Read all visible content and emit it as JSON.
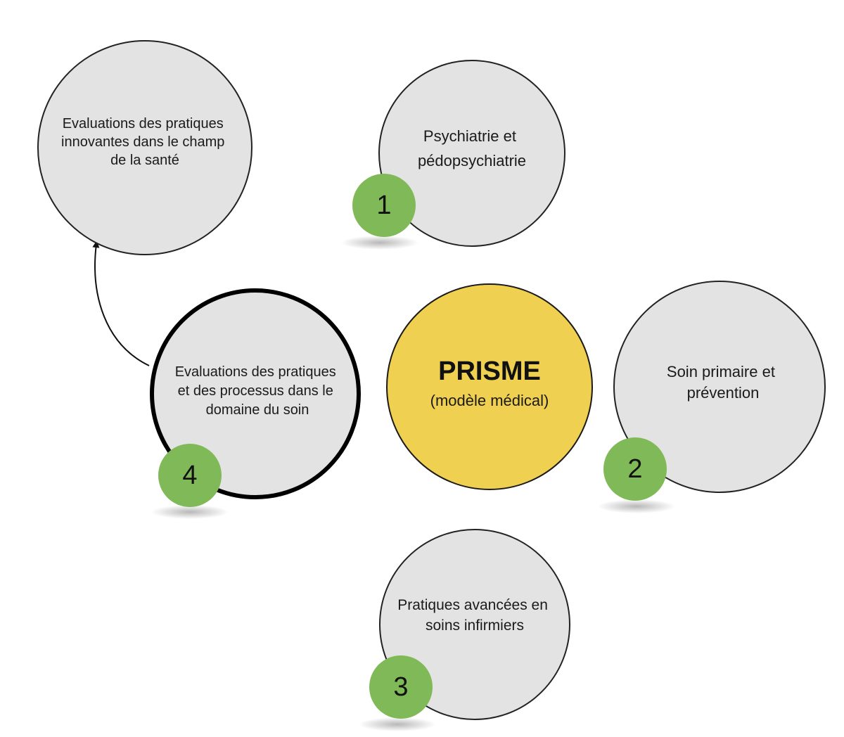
{
  "center": {
    "title": "PRISME",
    "subtitle": "(modèle médical)"
  },
  "nodes": [
    {
      "id": "1",
      "badge": "1",
      "lines": [
        "Psychiatrie et",
        "pédopsychiatrie"
      ]
    },
    {
      "id": "2",
      "badge": "2",
      "lines": [
        "Soin primaire et",
        "prévention"
      ]
    },
    {
      "id": "3",
      "badge": "3",
      "lines": [
        "Pratiques avancées en",
        "soins infirmiers"
      ]
    },
    {
      "id": "4",
      "badge": "4",
      "lines": [
        "Evaluations des pratiques",
        "et des processus dans le",
        "domaine du soin"
      ]
    },
    {
      "id": "5",
      "badge": "",
      "lines": [
        "Evaluations des pratiques",
        "innovantes dans le champ",
        "de la santé"
      ]
    }
  ],
  "colors": {
    "circle_fill": "#e3e3e3",
    "center_fill": "#f0d050",
    "badge_fill": "#80b957",
    "stroke": "#222222"
  }
}
